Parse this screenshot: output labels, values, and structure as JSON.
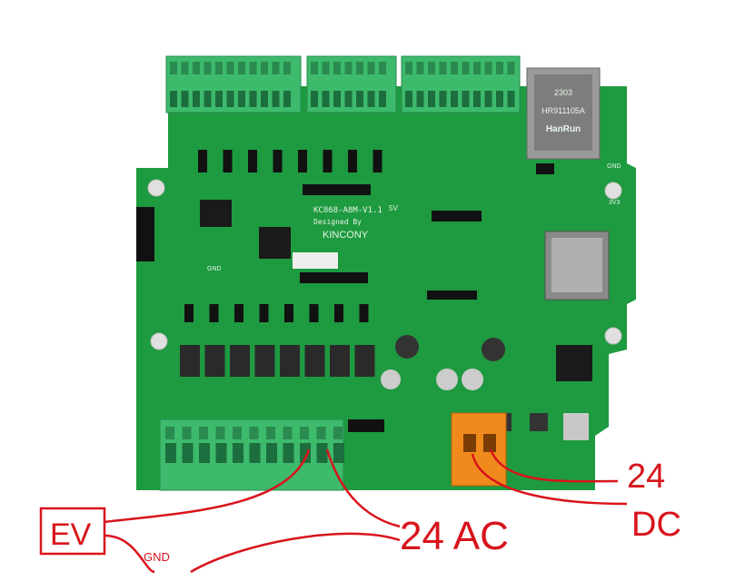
{
  "board": {
    "model": "KC868-A8M-V1.1",
    "designed_by": "Designed By",
    "brand": "KINCONY",
    "label_5v": "5V",
    "label_gnd_left": "GND",
    "label_gnd_right": "GND",
    "label_3v3": "3V3",
    "ethernet_brand": "HanRun",
    "ethernet_part": "HR911105A",
    "ethernet_date": "2303"
  },
  "annotations": {
    "ev": "EV",
    "gnd": "GND",
    "ac": "24 AC",
    "dc_24": "24",
    "dc": "DC"
  },
  "colors": {
    "pcb": "#1e9a40",
    "terminal": "#3dba6c",
    "orange_terminal": "#f08a1c",
    "ink": "#d8141c"
  }
}
